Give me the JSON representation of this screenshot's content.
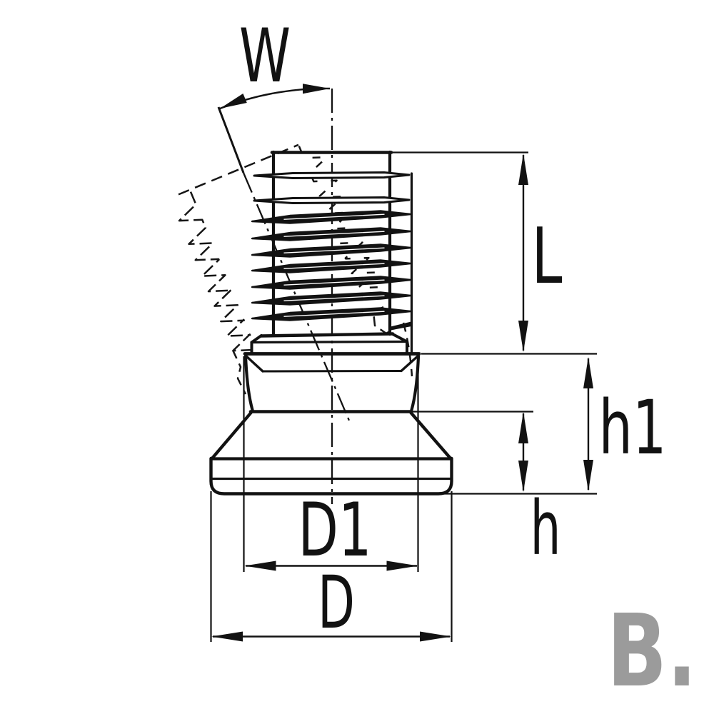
{
  "drawing": {
    "labels": {
      "W": "W",
      "L": "L",
      "h1": "h1",
      "h": "h",
      "D1": "D1",
      "D": "D"
    },
    "watermark": "B.",
    "colors": {
      "line": "#121212",
      "watermark": "#9b9b9b",
      "background": "#ffffff"
    }
  }
}
